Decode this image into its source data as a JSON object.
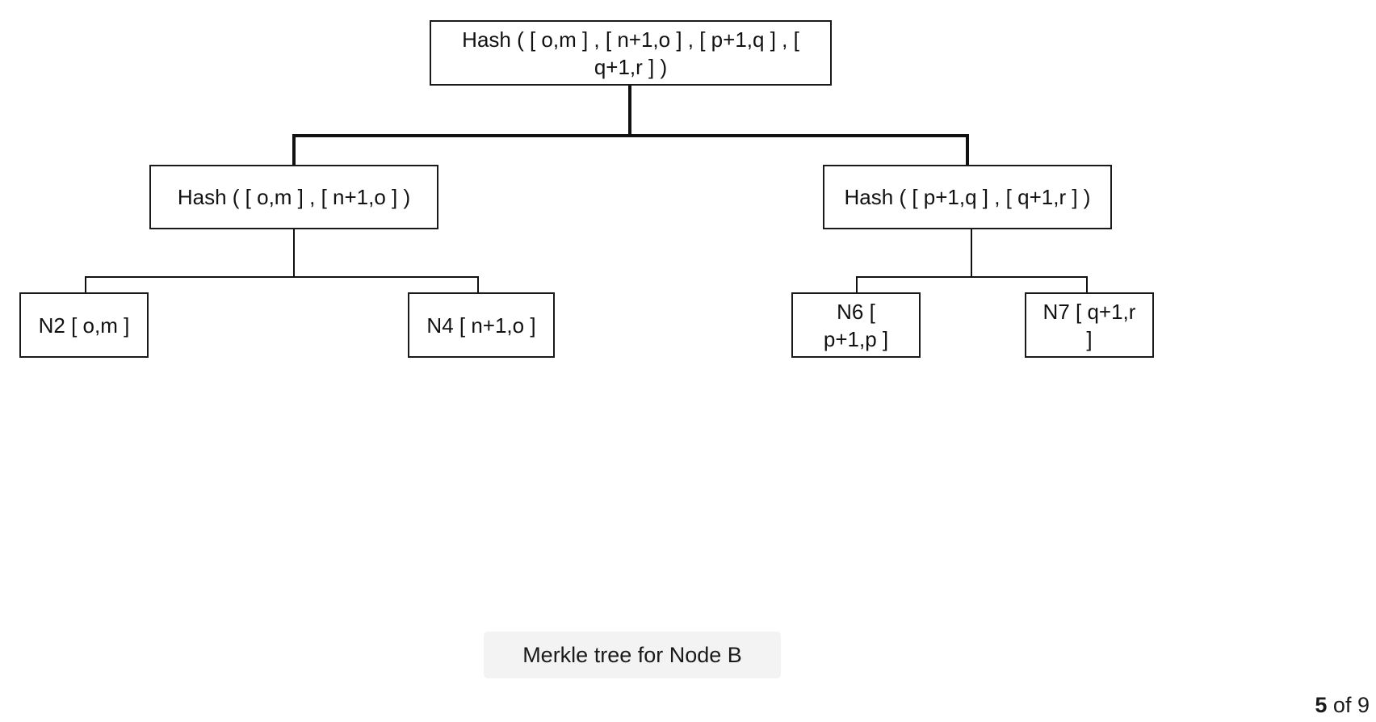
{
  "diagram": {
    "root": {
      "label": "Hash ( [ o,m ] , [ n+1,o ] , [ p+1,q ] , [ q+1,r ] )"
    },
    "left_branch": {
      "label": "Hash ( [ o,m ] , [ n+1,o ] )"
    },
    "right_branch": {
      "label": "Hash ( [ p+1,q ] , [ q+1,r ] )"
    },
    "leaves": [
      {
        "label": "N2 [ o,m ]"
      },
      {
        "label": "N4 [ n+1,o ]"
      },
      {
        "label": "N6 [ p+1,p ]"
      },
      {
        "label": "N7 [ q+1,r ]"
      }
    ]
  },
  "caption": "Merkle tree for Node B",
  "pagination": {
    "current": "5",
    "separator": "of",
    "total": "9"
  }
}
